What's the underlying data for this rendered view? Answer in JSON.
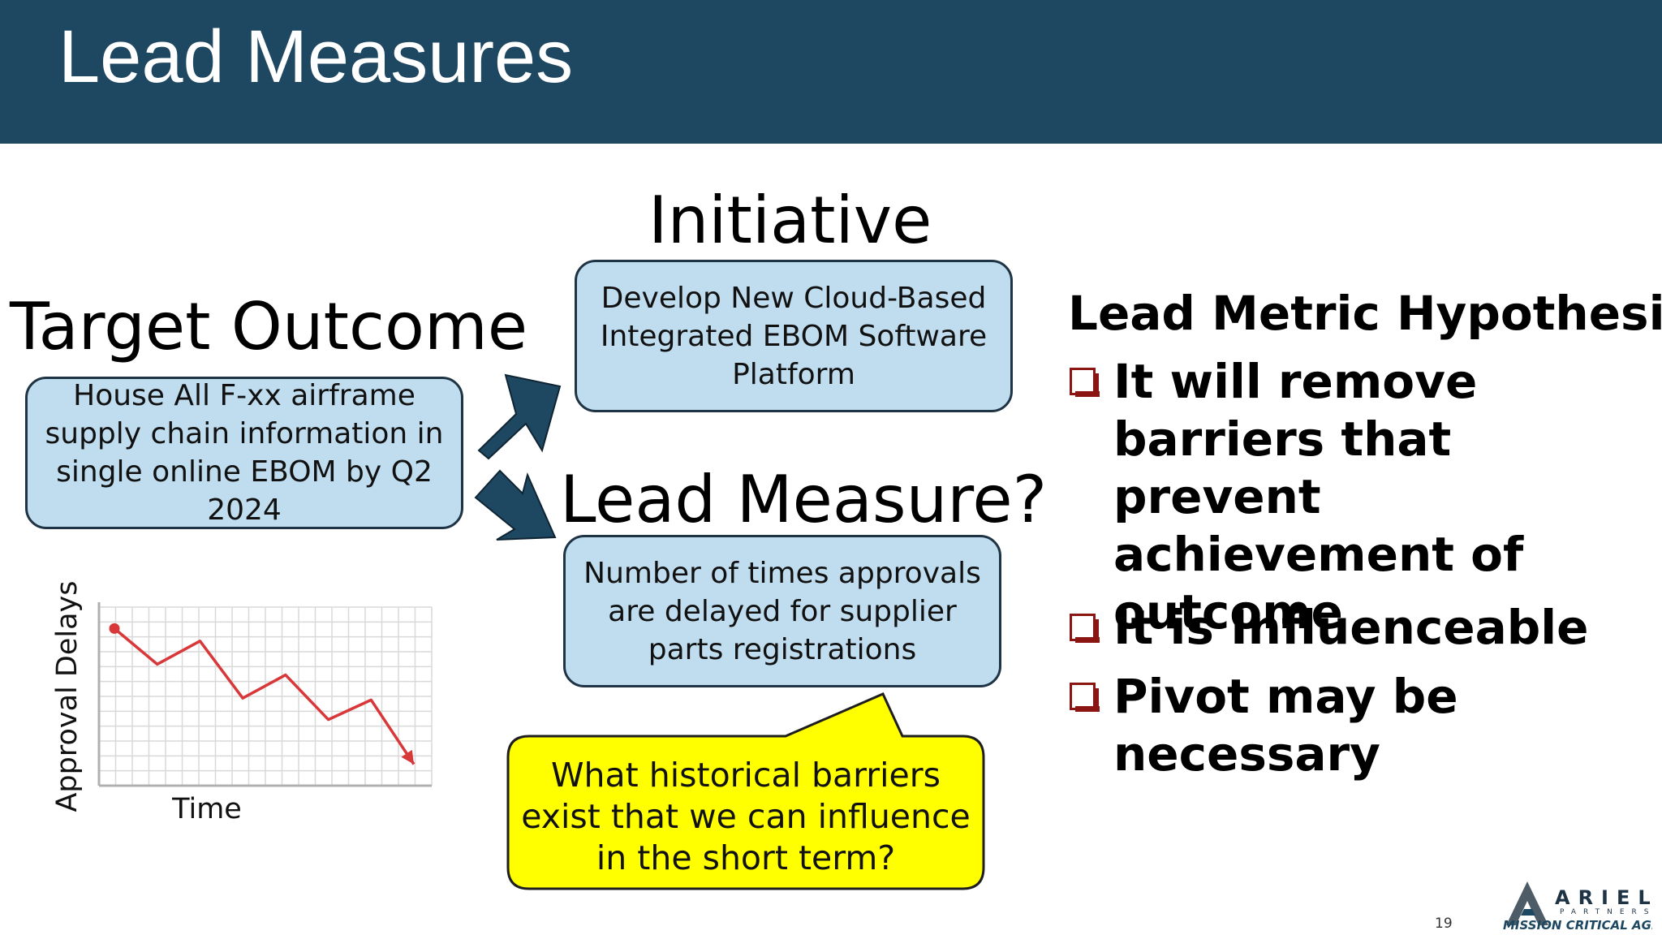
{
  "header": {
    "title": "Lead Measures"
  },
  "initiative": {
    "heading": "Initiative",
    "box_text": "Develop New Cloud-Based Integrated EBOM Software Platform"
  },
  "target_outcome": {
    "heading": "Target Outcome",
    "box_text": "House All F-xx airframe supply chain information in single online EBOM by Q2 2024"
  },
  "lead_measure": {
    "heading": "Lead Measure?",
    "box_text": "Number of times approvals are delayed for supplier parts registrations"
  },
  "callout": {
    "text": "What historical barriers exist that we can influence in the short term?"
  },
  "chart_data": {
    "type": "line",
    "xlabel": "Time",
    "ylabel": "Approval Delays",
    "series": [
      {
        "values": [
          0.88,
          0.68,
          0.81,
          0.49,
          0.62,
          0.37,
          0.48,
          0.12
        ]
      }
    ],
    "ylim": [
      0,
      1
    ],
    "grid": true,
    "color": "#d9383a"
  },
  "hypothesis": {
    "title": "Lead Metric Hypothesis:",
    "bullets": [
      "It will remove barriers that prevent achievement of outcome",
      "It is Influenceable",
      "Pivot may be necessary"
    ]
  },
  "footer": {
    "page_number": "19",
    "logo_text": "ARIEL",
    "logo_sub": "PARTNERS",
    "logo_tagline": "MISSION CRITICAL AGILE"
  },
  "colors": {
    "header_bg": "#1e4862",
    "box_fill": "#bfddef",
    "callout_fill": "#ffff00",
    "arrow_fill": "#1e4862",
    "checkbox": "#8b1512"
  }
}
